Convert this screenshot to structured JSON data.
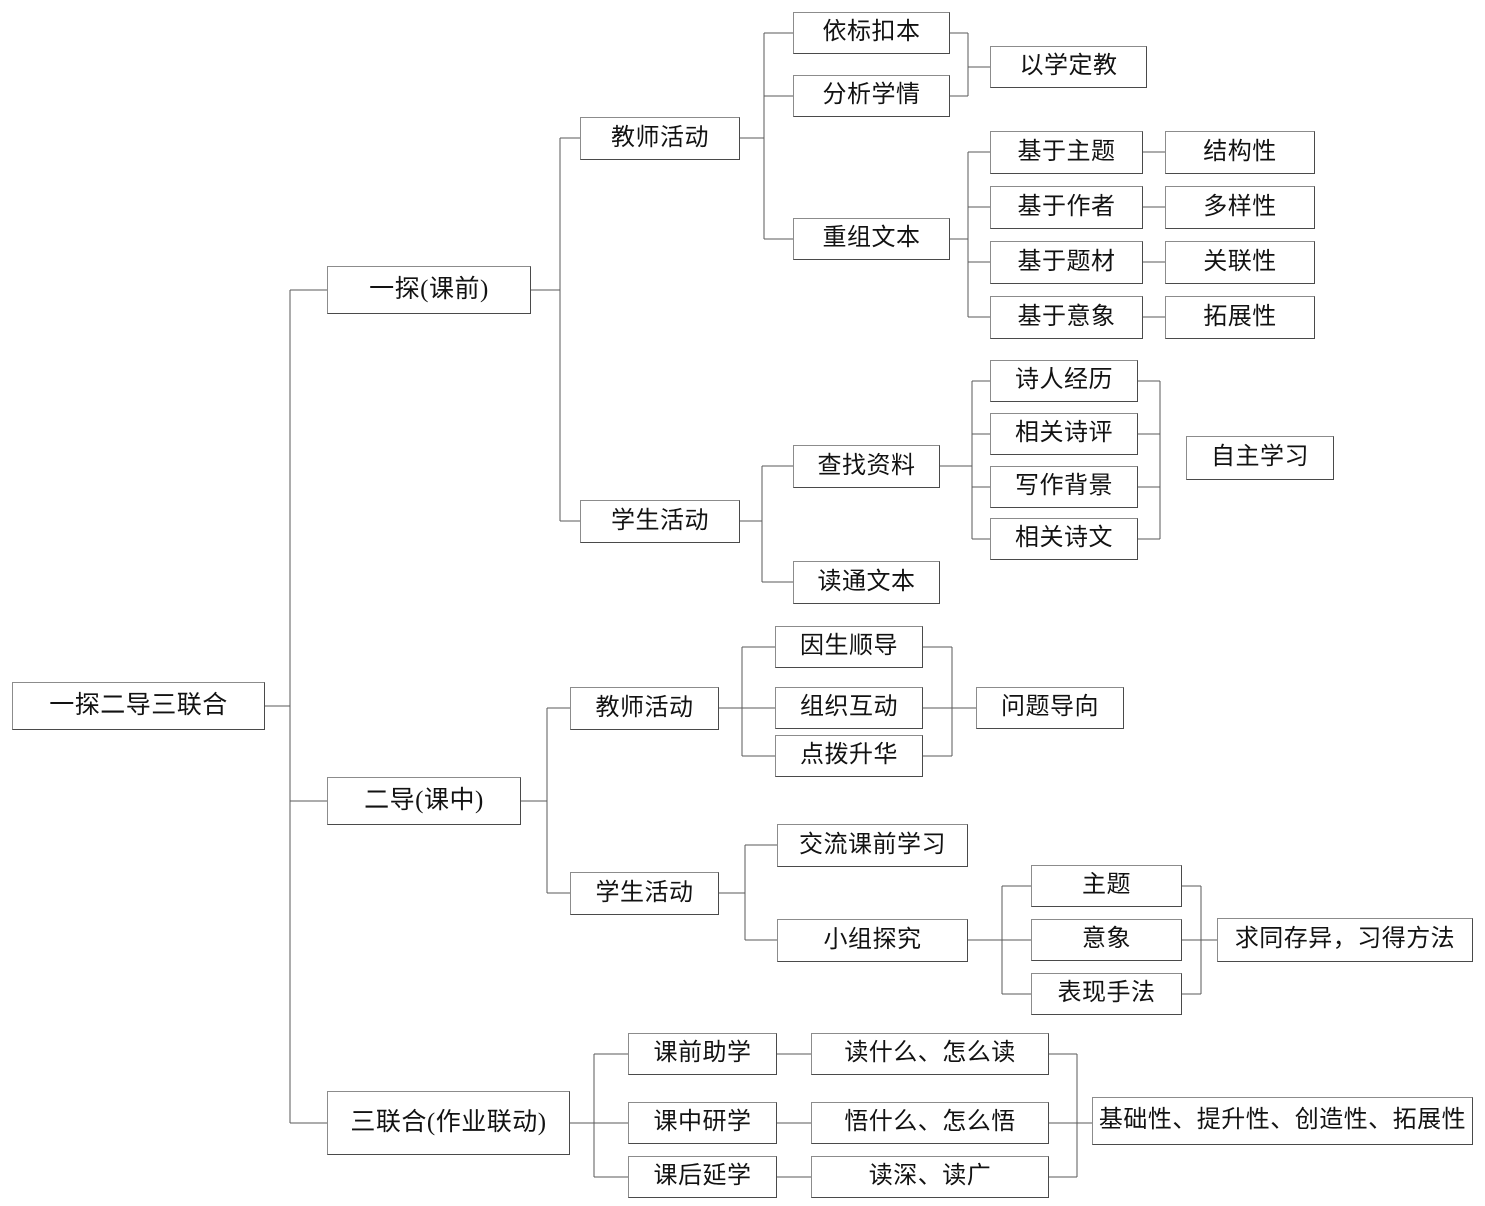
{
  "diagram": {
    "title": "一探二导三联合",
    "type": "tree-mindmap",
    "orientation": "left-to-right",
    "colors": {
      "background": "#ffffff",
      "box_border": "#4a4a4a",
      "box_fill": "#ffffff",
      "connector": "#5a5a5a",
      "text": "#121212"
    },
    "root": {
      "label": "一探二导三联合"
    },
    "branches": [
      {
        "label": "一探（课前）",
        "children": [
          {
            "label": "教师活动",
            "children": [
              {
                "label": "依标扣本",
                "merge_to": "以学定教"
              },
              {
                "label": "分析学情",
                "merge_to": "以学定教"
              },
              {
                "label": "重组文本",
                "children": [
                  {
                    "label": "基于主题",
                    "result": "结构性"
                  },
                  {
                    "label": "基于作者",
                    "result": "多样性"
                  },
                  {
                    "label": "基于题材",
                    "result": "关联性"
                  },
                  {
                    "label": "基于意象",
                    "result": "拓展性"
                  }
                ]
              }
            ],
            "merged_label": "以学定教"
          },
          {
            "label": "学生活动",
            "children": [
              {
                "label": "查找资料",
                "children": [
                  {
                    "label": "诗人经历"
                  },
                  {
                    "label": "相关诗评"
                  },
                  {
                    "label": "写作背景"
                  },
                  {
                    "label": "相关诗文"
                  }
                ],
                "merged_label": "自主学习"
              },
              {
                "label": "读通文本"
              }
            ]
          }
        ]
      },
      {
        "label": "二导（课中）",
        "children": [
          {
            "label": "教师活动",
            "children": [
              {
                "label": "因生顺导"
              },
              {
                "label": "组织互动"
              },
              {
                "label": "点拨升华"
              }
            ],
            "merged_label": "问题导向"
          },
          {
            "label": "学生活动",
            "children": [
              {
                "label": "交流课前学习"
              },
              {
                "label": "小组探究",
                "children": [
                  {
                    "label": "主题"
                  },
                  {
                    "label": "意象"
                  },
                  {
                    "label": "表现手法"
                  }
                ],
                "merged_label": "求同存异，习得方法"
              }
            ]
          }
        ]
      },
      {
        "label": "三联合（作业联动）",
        "children": [
          {
            "label": "课前助学",
            "detail": "读什么、怎么读"
          },
          {
            "label": "课中研学",
            "detail": "悟什么、怎么悟"
          },
          {
            "label": "课后延学",
            "detail": "读深、读广"
          }
        ],
        "merged_label": "基础性、提升性、创造性、拓展性"
      }
    ],
    "nodes": {
      "root": "一探二导三联合",
      "b1": "一探(课前)",
      "b1_teacher": "教师活动",
      "b1_t1": "依标扣本",
      "b1_t2": "分析学情",
      "b1_t_merge": "以学定教",
      "b1_t3": "重组文本",
      "b1_t3a": "基于主题",
      "b1_t3b": "基于作者",
      "b1_t3c": "基于题材",
      "b1_t3d": "基于意象",
      "b1_t3a_r": "结构性",
      "b1_t3b_r": "多样性",
      "b1_t3c_r": "关联性",
      "b1_t3d_r": "拓展性",
      "b1_student": "学生活动",
      "b1_s1": "查找资料",
      "b1_s1a": "诗人经历",
      "b1_s1b": "相关诗评",
      "b1_s1c": "写作背景",
      "b1_s1d": "相关诗文",
      "b1_s_merge": "自主学习",
      "b1_s2": "读通文本",
      "b2": "二导(课中)",
      "b2_teacher": "教师活动",
      "b2_t1": "因生顺导",
      "b2_t2": "组织互动",
      "b2_t3": "点拨升华",
      "b2_t_merge": "问题导向",
      "b2_student": "学生活动",
      "b2_s1": "交流课前学习",
      "b2_s2": "小组探究",
      "b2_s2a": "主题",
      "b2_s2b": "意象",
      "b2_s2c": "表现手法",
      "b2_s_merge": "求同存异，习得方法",
      "b3": "三联合(作业联动)",
      "b3_a": "课前助学",
      "b3_b": "课中研学",
      "b3_c": "课后延学",
      "b3_a_d": "读什么、怎么读",
      "b3_b_d": "悟什么、怎么悟",
      "b3_c_d": "读深、读广",
      "b3_merge": "基础性、提升性、创造性、拓展性"
    }
  }
}
